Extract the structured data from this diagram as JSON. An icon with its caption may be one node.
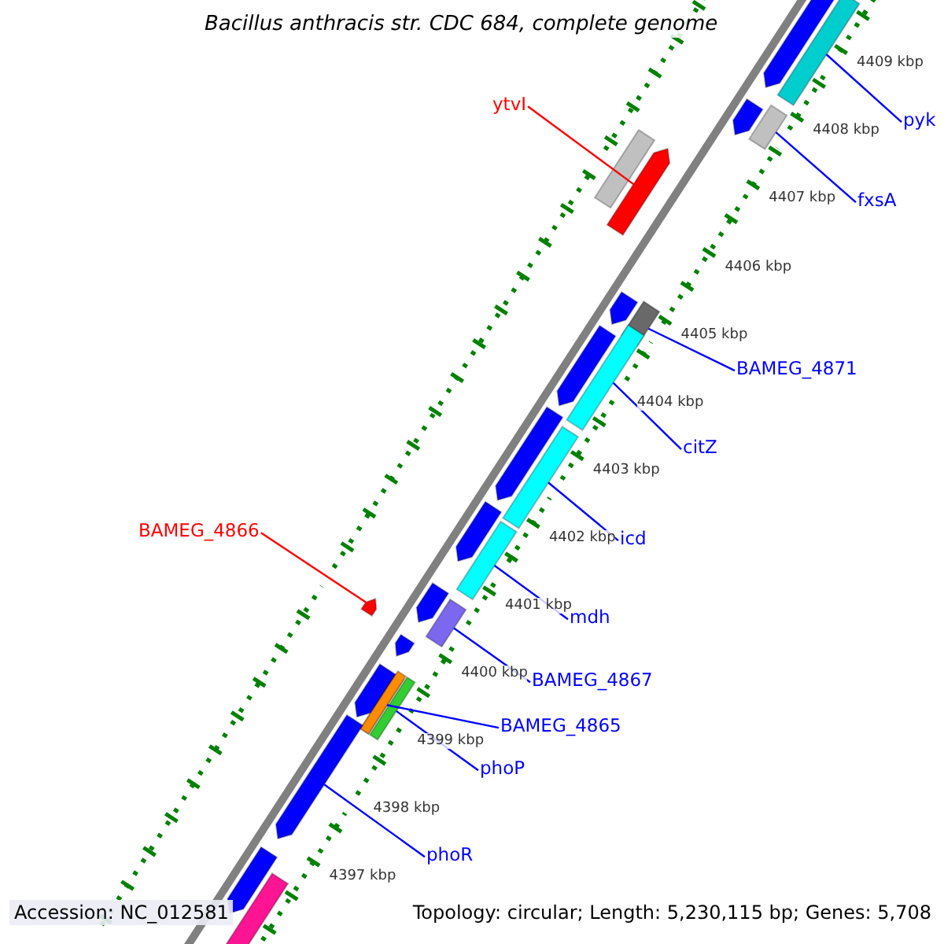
{
  "diagram": {
    "title": "Bacillus anthracis str. CDC 684, complete genome",
    "nodes": [
      {
        "text": [
          "pyk"
        ]
      },
      {
        "text": [],
        "shape": "bar"
      },
      {
        "text": [
          "ytvI"
        ]
      },
      {
        "text": [],
        "shape": "bar"
      },
      {
        "text": [
          "fxsA"
        ]
      },
      {
        "text": [],
        "shape": "bar"
      },
      {
        "text": [
          "BAMEG_4871"
        ]
      },
      {
        "text": [],
        "shape": "bar"
      },
      {
        "text": [
          "citZ"
        ]
      },
      {
        "text": [],
        "shape": "bar"
      },
      {
        "text": [
          "icd"
        ]
      },
      {
        "text": [],
        "shape": "bar"
      },
      {
        "text": [
          "BAMEG_4866"
        ]
      },
      {
        "text": [],
        "shape": "bar"
      },
      {
        "text": [
          "mdh"
        ]
      },
      {
        "text": [],
        "shape": "bar"
      },
      {
        "text": [
          "BAMEG_4867"
        ]
      },
      {
        "text": [],
        "shape": "bar"
      },
      {
        "text": [
          "BAMEG_4865"
        ]
      },
      {
        "text": [],
        "shape": "bar"
      },
      {
        "text": [
          "phoP"
        ]
      },
      {
        "text": [],
        "shape": "bar"
      },
      {
        "text": [
          "phoR"
        ]
      },
      {
        "text": [],
        "shape": "bar"
      }
    ],
    "edges": [
      {
        "from": 0,
        "to": 1,
        "arrow": "none"
      },
      {
        "from": 2,
        "to": 3,
        "arrow": "none",
        "color": "#ff0000"
      },
      {
        "from": 4,
        "to": 5,
        "arrow": "none"
      },
      {
        "from": 6,
        "to": 7,
        "arrow": "none"
      },
      {
        "from": 8,
        "to": 9,
        "arrow": "none"
      },
      {
        "from": 10,
        "to": 11,
        "arrow": "none"
      },
      {
        "from": 12,
        "to": 13,
        "arrow": "none",
        "color": "#ff0000"
      },
      {
        "from": 14,
        "to": 15,
        "arrow": "none"
      },
      {
        "from": 16,
        "to": 17,
        "arrow": "none"
      },
      {
        "from": 18,
        "to": 19,
        "arrow": "none"
      },
      {
        "from": 20,
        "to": 21,
        "arrow": "none"
      },
      {
        "from": 22,
        "to": 23,
        "arrow": "none"
      }
    ],
    "labels": [
      "4409 kbp",
      "4408 kbp",
      "4407 kbp",
      "4406 kbp",
      "4405 kbp",
      "4404 kbp",
      "4403 kbp",
      "4402 kbp",
      "4401 kbp",
      "4400 kbp",
      "4399 kbp",
      "4398 kbp",
      "4397 kbp",
      "Accession: NC_012581",
      "Topology: circular; Length: 5,230,115 bp; Genes: 5,708"
    ]
  }
}
